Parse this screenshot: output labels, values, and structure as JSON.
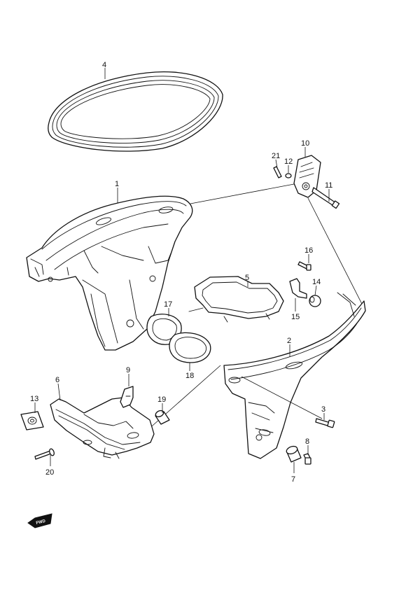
{
  "callouts": [
    {
      "id": "c1",
      "text": "1"
    },
    {
      "id": "c2",
      "text": "2"
    },
    {
      "id": "c3",
      "text": "3"
    },
    {
      "id": "c4",
      "text": "4"
    },
    {
      "id": "c5",
      "text": "5"
    },
    {
      "id": "c6",
      "text": "6"
    },
    {
      "id": "c7",
      "text": "7"
    },
    {
      "id": "c8",
      "text": "8"
    },
    {
      "id": "c9",
      "text": "9"
    },
    {
      "id": "c10",
      "text": "10"
    },
    {
      "id": "c11",
      "text": "11"
    },
    {
      "id": "c12",
      "text": "12"
    },
    {
      "id": "c13",
      "text": "13"
    },
    {
      "id": "c14",
      "text": "14"
    },
    {
      "id": "c15",
      "text": "15"
    },
    {
      "id": "c16",
      "text": "16"
    },
    {
      "id": "c17",
      "text": "17"
    },
    {
      "id": "c18",
      "text": "18"
    },
    {
      "id": "c19",
      "text": "19"
    },
    {
      "id": "c20",
      "text": "20"
    },
    {
      "id": "c21",
      "text": "21"
    }
  ],
  "fwd_badge": {
    "text": "FWD"
  },
  "icons": {
    "direction": "forward-arrow-icon"
  },
  "colors": {
    "line": "#111111",
    "background": "#ffffff"
  }
}
